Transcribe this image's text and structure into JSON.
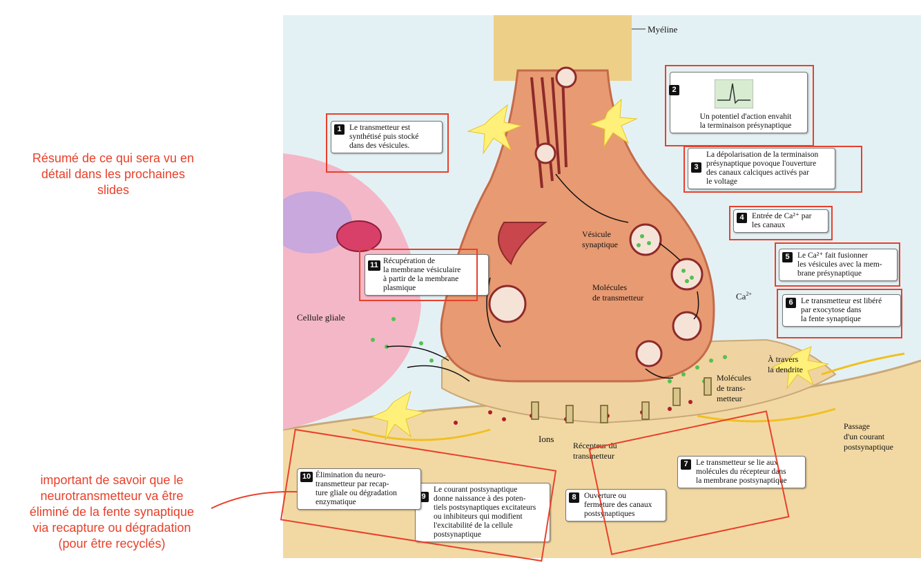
{
  "notes": {
    "top": [
      "Résumé de ce qui sera vu en",
      "détail dans les prochaines",
      "slides"
    ],
    "bottom": [
      "important de savoir que le",
      "neurotransmetteur va être",
      "éliminé de la fente synaptique",
      "via recapture ou dégradation",
      "(pour être recyclés)"
    ]
  },
  "labels": {
    "myelin": "Myéline",
    "vesicle": [
      "Vésicule",
      "synaptique"
    ],
    "transmitter_molecules": [
      "Molécules",
      "de transmetteur"
    ],
    "glial_cell": "Cellule gliale",
    "ca": "Ca",
    "ca_sup": "2+",
    "through_dendrite": [
      "À travers",
      "la dendrite"
    ],
    "trans_molecules": [
      "Molécules",
      "de trans-",
      "metteur"
    ],
    "ions": "Ions",
    "receptor": [
      "Récepteur du",
      "transmetteur"
    ],
    "postsyn_current": [
      "Passage",
      "d'un courant",
      "postsynaptique"
    ]
  },
  "steps": [
    {
      "num": "1",
      "lines": [
        "Le transmetteur est",
        "synthétisé puis stocké",
        "dans des vésicules."
      ]
    },
    {
      "num": "2",
      "lines": [
        "Un potentiel d'action envahit",
        "la terminaison présynaptique"
      ]
    },
    {
      "num": "3",
      "lines": [
        "La dépolarisation de la terminaison",
        "présynaptique povoque l'ouverture",
        "des canaux calciques activés par",
        "le voltage"
      ]
    },
    {
      "num": "4",
      "lines": [
        "Entrée de Ca²⁺ par",
        "les canaux"
      ]
    },
    {
      "num": "5",
      "lines": [
        "Le Ca²⁺ fait fusionner",
        "les vésicules avec la mem-",
        "brane présynaptique"
      ]
    },
    {
      "num": "6",
      "lines": [
        "Le transmetteur est libéré",
        "par exocytose dans",
        "la fente synaptique"
      ]
    },
    {
      "num": "7",
      "lines": [
        "Le transmetteur se lie aux",
        "molécules du récepteur dans",
        "la membrane postsynaptique"
      ]
    },
    {
      "num": "8",
      "lines": [
        "Ouverture ou",
        "fermeture des canaux",
        "postsynaptiques"
      ]
    },
    {
      "num": "9",
      "lines": [
        "Le courant postsynaptique",
        "donne naissance à des poten-",
        "tiels postsynaptiques excitateurs",
        "ou inhibiteurs qui modifient",
        "l'excitabilité de la cellule",
        "postsynaptique"
      ]
    },
    {
      "num": "10",
      "lines": [
        "Élimination du neuro-",
        "transmetteur par recap-",
        "ture gliale ou dégradation",
        "enzymatique"
      ]
    },
    {
      "num": "11",
      "lines": [
        "Récupération de",
        "la membrane vésiculaire",
        "à partir de la membrane",
        "plasmique"
      ]
    }
  ],
  "colors": {
    "annotation": "#e8402a",
    "terminal": "#e89a72",
    "postsynaptic": "#f2d9a4",
    "glial": "#f4b7c7",
    "background": "#e4f1f4"
  }
}
